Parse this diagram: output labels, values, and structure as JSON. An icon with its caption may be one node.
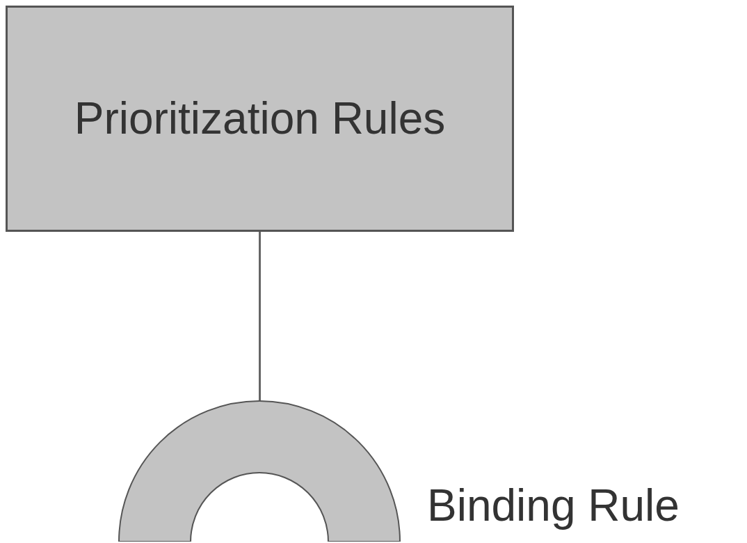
{
  "diagram": {
    "nodes": [
      {
        "text": [
          "Prioritization Rules"
        ]
      },
      {
        "text": [],
        "shape": "arch",
        "beside": [
          "Binding Rule"
        ]
      }
    ],
    "edges": [
      {
        "from": 0,
        "to": 1,
        "arrow": "none"
      }
    ]
  }
}
